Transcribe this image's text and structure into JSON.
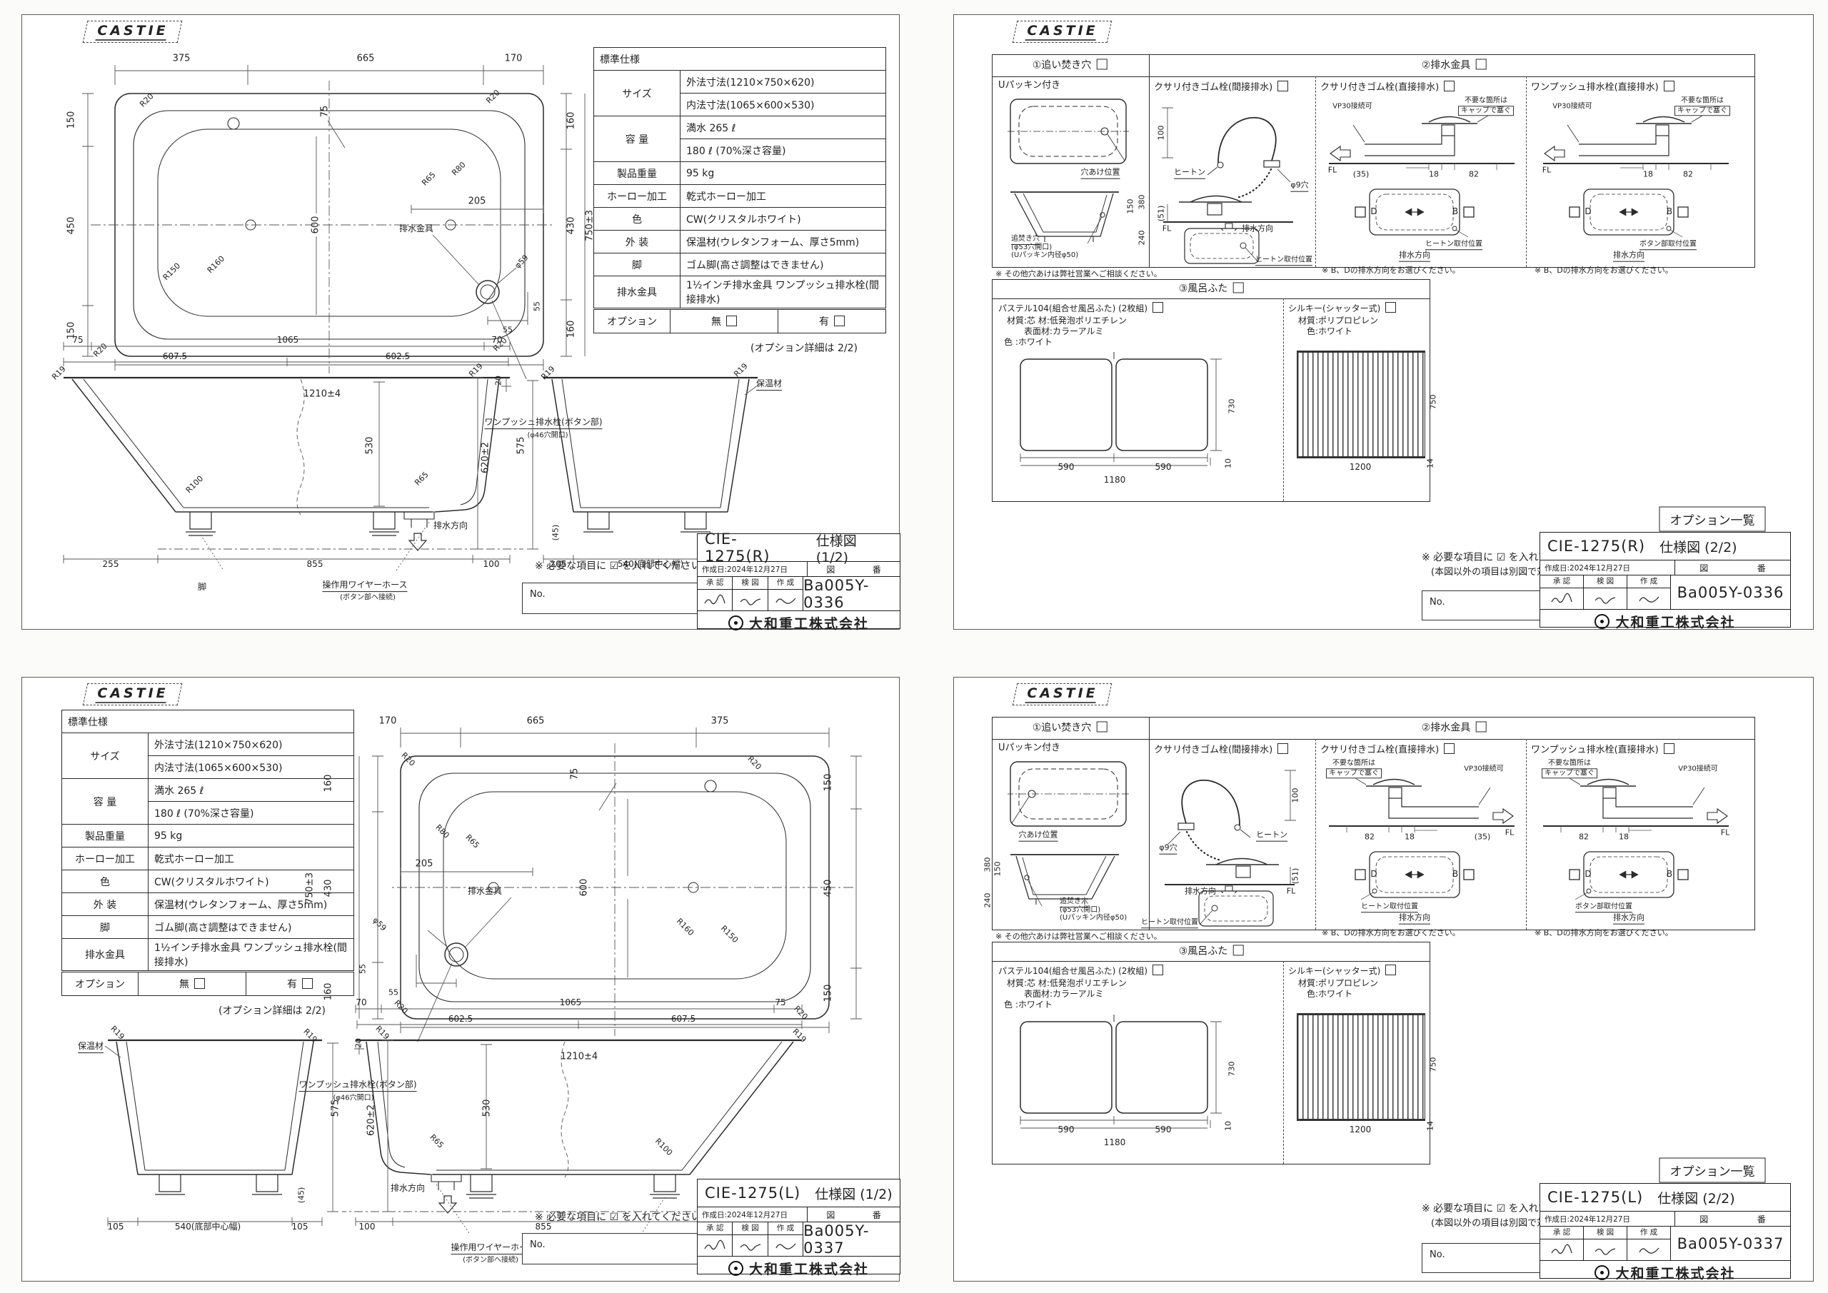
{
  "brand": {
    "logo": "CASTIE"
  },
  "company": {
    "name": "大和重工株式会社"
  },
  "spec": {
    "title": "標準仕様",
    "size_label": "サイズ",
    "size1": "外法寸法(1210×750×620)",
    "size2": "内法寸法(1065×600×530)",
    "cap_label": "容 量",
    "cap1": "満水 265 ℓ",
    "cap2": "180 ℓ (70%深さ容量)",
    "weight_label": "製品重量",
    "weight": "95 kg",
    "enamel_label": "ホーロー加工",
    "enamel": "乾式ホーロー加工",
    "color_label": "色",
    "color": "CW(クリスタルホワイト)",
    "ext_label": "外 装",
    "ext": "保温材(ウレタンフォーム、厚さ5mm)",
    "leg_label": "脚",
    "leg": "ゴム脚(高さ調整はできません)",
    "drain_label": "排水金具",
    "drain": "1½インチ排水金具 ワンプッシュ排水栓(間接排水)",
    "opt_label": "オプション",
    "opt_none": "無",
    "opt_have": "有",
    "opt_note": "(オプション詳細は 2/2)"
  },
  "plan": {
    "d375": "375",
    "d665": "665",
    "d170": "170",
    "dl150a": "150",
    "dl450": "450",
    "dl150b": "150",
    "dr160a": "160",
    "dr430": "430",
    "dr160b": "160",
    "dr750": "750±3",
    "d1210": "1210±4",
    "d205": "205",
    "d600": "600",
    "d75": "75",
    "d55a": "55",
    "d55b": "55",
    "phi59": "φ59",
    "r20": "R20",
    "r65": "R65",
    "r80": "R80",
    "r150": "R150",
    "r160": "R160",
    "drain": "排水金具",
    "push1": "ワンプッシュ排水栓(ボタン部)",
    "push2": "(φ46穴開口)"
  },
  "side": {
    "d75": "75",
    "d1065": "1065",
    "d70": "70",
    "d6075": "607.5",
    "d6025": "602.5",
    "r19": "R19",
    "d20": "20",
    "d530": "530",
    "d620": "620±2",
    "d45": "(45)",
    "d575": "575",
    "r100": "R100",
    "r65": "R65",
    "d255": "255",
    "d855": "855",
    "d100": "100",
    "d105a": "105",
    "d540": "540(底部中心幅)",
    "d105b": "105",
    "drain_dir": "排水方向",
    "leg": "脚",
    "wire1": "操作用ワイヤーホース",
    "wire2": "(ボタン部へ接続)",
    "insul": "保温材"
  },
  "notes": {
    "check": "※ 必要な項目に ☑ を入れてください。",
    "check2": "(本図以外の項目は別図で対応いたします。)",
    "no": "No."
  },
  "tb": {
    "date": "作成日:2024年12月27日",
    "zu": "図",
    "ban": "番",
    "approve": "承 認",
    "check": "検 図",
    "create": "作 成",
    "sheet1": "仕様図 (1/2)",
    "sheet2": "仕様図 (2/2)",
    "model_r": "CIE-1275(R)",
    "model_l": "CIE-1275(L)",
    "no_r": "Ba005Y-0336",
    "no_l": "Ba005Y-0337"
  },
  "opts": {
    "sec1": "①追い焚き穴",
    "sec2": "②排水金具",
    "sec3": "③風呂ふた",
    "list": "オプション一覧",
    "c1": {
      "sub": "Uパッキン付き",
      "holepos": "穴あけ位置",
      "d150": "150",
      "d380": "380",
      "d240": "240",
      "hole1": "追焚き穴",
      "hole2": "(φ53穴開口)",
      "hole3": "(Uパッキン内径φ50)",
      "note": "※ その他穴あけは弊社営業へご相談ください。"
    },
    "c2": {
      "sub": "クサリ付きゴム栓(間接排水)",
      "d100": "100",
      "heaton": "ヒートン",
      "phi9": "φ9穴",
      "d51": "(51)",
      "fl": "FL",
      "dir": "排水方向",
      "pos": "ヒートン取付位置"
    },
    "c3": {
      "sub": "クサリ付きゴム栓(直接排水)",
      "vp30": "VP30接続可",
      "cap1": "不要な箇所は",
      "cap2": "キャップで塞ぐ",
      "d18": "18",
      "d82": "82",
      "d35": "(35)",
      "fl": "FL",
      "d": "D",
      "b": "B",
      "pos": "ヒートン取付位置",
      "dir": "排水方向",
      "note": "※ B、Dの排水方向をお選びください。"
    },
    "c4": {
      "sub": "ワンプッシュ排水栓(直接排水)",
      "vp30": "VP30接続可",
      "cap1": "不要な箇所は",
      "cap2": "キャップで塞ぐ",
      "d18": "18",
      "d82": "82",
      "fl": "FL",
      "d": "D",
      "b": "B",
      "pos": "ボタン部取付位置",
      "dir": "排水方向",
      "note": "※ B、Dの排水方向をお選びください。"
    },
    "f1": {
      "title": "パステル104(組合せ風呂ふた) (2枚組)",
      "m1": "材質:芯 材:低発泡ポリエチレン",
      "m2": "表面材:カラーアルミ",
      "m3": "色 :ホワイト",
      "d590a": "590",
      "d590b": "590",
      "d1180": "1180",
      "d730": "730",
      "d10": "10"
    },
    "f2": {
      "title": "シルキー(シャッター式)",
      "m1": "材質:ポリプロピレン",
      "m2": "色:ホワイト",
      "d1200": "1200",
      "d750": "750",
      "d14": "14"
    }
  }
}
